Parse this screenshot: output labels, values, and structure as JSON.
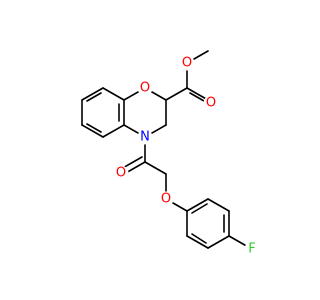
{
  "molecule": {
    "atoms": {
      "ring_oxygen": {
        "symbol": "O",
        "color": "#ff0000"
      },
      "ring_nitrogen": {
        "symbol": "N",
        "color": "#0000ff"
      },
      "ester_carbonyl_oxygen": {
        "symbol": "O",
        "color": "#ff0000"
      },
      "ester_ether_oxygen": {
        "symbol": "O",
        "color": "#ff0000"
      },
      "amide_oxygen": {
        "symbol": "O",
        "color": "#ff0000"
      },
      "ether_oxygen": {
        "symbol": "O",
        "color": "#ff0000"
      },
      "fluorine": {
        "symbol": "F",
        "color": "#32cd32"
      }
    },
    "bond_color": "#000000",
    "background": "#ffffff"
  }
}
